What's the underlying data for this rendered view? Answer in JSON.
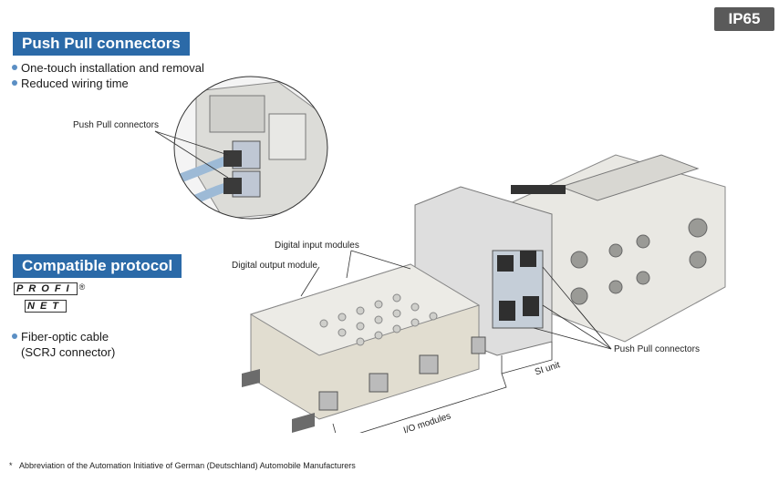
{
  "badge": "IP65",
  "push_pull": {
    "title": "Push Pull connectors",
    "bullets": [
      "One-touch installation and removal",
      "Reduced wiring time"
    ],
    "inset_label": "Push Pull connectors"
  },
  "protocol": {
    "title": "Compatible protocol",
    "logo_top": "PROFI",
    "logo_bottom": "NET",
    "logo_mark": "®",
    "bullet_line1": "Fiber-optic cable",
    "bullet_line2": "(SCRJ connector)"
  },
  "callouts": {
    "digital_input": "Digital input modules",
    "digital_output": "Digital output module",
    "push_pull_main": "Push Pull connectors",
    "si_unit": "SI unit",
    "io_modules": "I/O modules"
  },
  "footnote": {
    "marker": "*",
    "text": "Abbreviation of the Automation Initiative of German (Deutschland) Automobile Manufacturers"
  },
  "colors": {
    "title_bg": "#2b6aa8",
    "badge_bg": "#5a5a5a",
    "bullet_dot": "#5b8fc4"
  }
}
